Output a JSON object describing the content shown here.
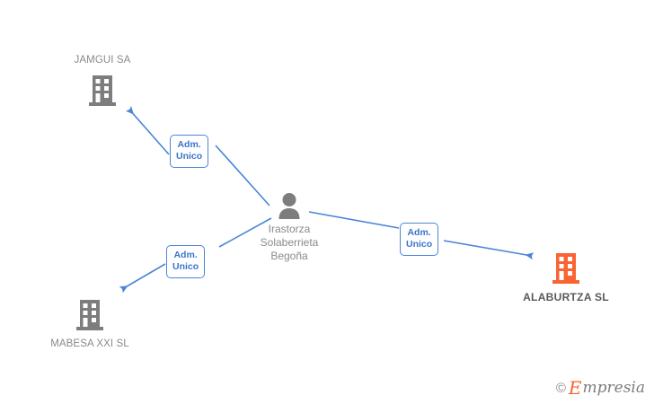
{
  "diagram": {
    "title": "Corporate relationship graph",
    "background_color": "#ffffff",
    "colors": {
      "edge": "#4a86d6",
      "edge_label_text": "#3b76c8",
      "company_icon": "#7d7d7d",
      "focal_company_icon": "#fa6432",
      "label_text": "#8a8a8a",
      "focal_label_text": "#595959"
    },
    "person": {
      "icon": "person-icon",
      "name_lines": [
        "Irastorza",
        "Solaberrieta",
        "Begoña"
      ],
      "full_name": "Irastorza Solaberrieta Begoña"
    },
    "companies": [
      {
        "id": "jamgui",
        "name": "JAMGUI SA",
        "icon": "building-icon",
        "label_position": "above",
        "focal": false
      },
      {
        "id": "mabesa",
        "name": "MABESA XXI SL",
        "icon": "building-icon",
        "label_position": "below",
        "focal": false
      },
      {
        "id": "alaburtza",
        "name": "ALABURTZA SL",
        "icon": "building-icon",
        "label_position": "below",
        "focal": true
      }
    ],
    "relations": [
      {
        "from": "person",
        "to": "jamgui",
        "role_lines": [
          "Adm.",
          "Unico"
        ]
      },
      {
        "from": "person",
        "to": "mabesa",
        "role_lines": [
          "Adm.",
          "Unico"
        ]
      },
      {
        "from": "person",
        "to": "alaburtza",
        "role_lines": [
          "Adm.",
          "Unico"
        ]
      }
    ]
  },
  "watermark": {
    "copyright": "©",
    "brand_initial": "E",
    "brand_rest": "mpresia"
  }
}
